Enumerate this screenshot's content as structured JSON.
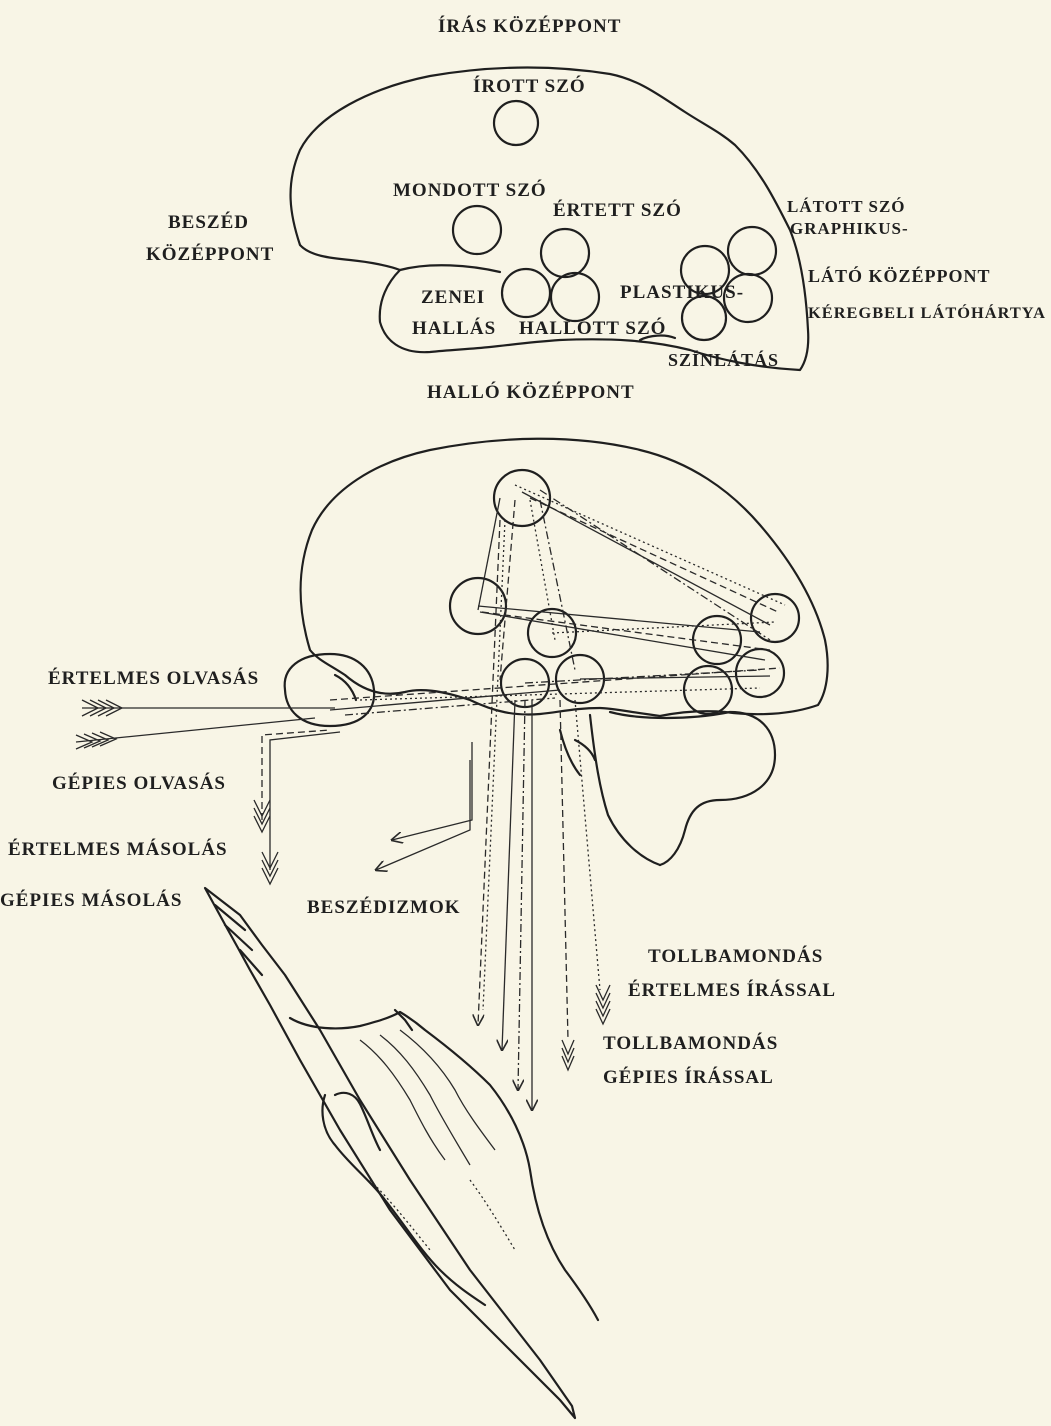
{
  "top_diagram": {
    "iras_kozeppont": "ÍRÁS KÖZÉPPONT",
    "irott_szo": "ÍROTT SZÓ",
    "mondott_szo": "MONDOTT SZÓ",
    "ertett_szo": "ÉRTETT SZÓ",
    "beszed": "BESZÉD",
    "beszed_kozeppont": "KÖZÉPPONT",
    "latott_szo": "LÁTOTT SZÓ",
    "graphikus": "GRAPHIKUS-",
    "lato_kozeppont": "LÁTÓ KÖZÉPPONT",
    "plastikus": "PLASTIKUS-",
    "keregbeli": "KÉREGBELI LÁTÓHÁRTYA",
    "zenei": "ZENEI",
    "hallas": "HALLÁS",
    "hallott_szo": "HALLOTT SZÓ",
    "szinlatas": "SZÍNLÁTÁS",
    "hallo_kozeppont": "HALLÓ KÖZÉPPONT"
  },
  "bottom_diagram": {
    "ertelmes_olvasas": "ÉRTELMES OLVASÁS",
    "gepies_olvasas": "GÉPIES OLVASÁS",
    "ertelmes_masolas": "ÉRTELMES MÁSOLÁS",
    "gepies_masolas": "GÉPIES MÁSOLÁS",
    "beszedizmok": "BESZÉDIZMOK",
    "tollbamondas_1": "TOLLBAMONDÁS",
    "ertelmes_irassal": "ÉRTELMES ÍRÁSSAL",
    "tollbamondas_2": "TOLLBAMONDÁS",
    "gepies_irassal": "GÉPIES ÍRÁSSAL"
  }
}
